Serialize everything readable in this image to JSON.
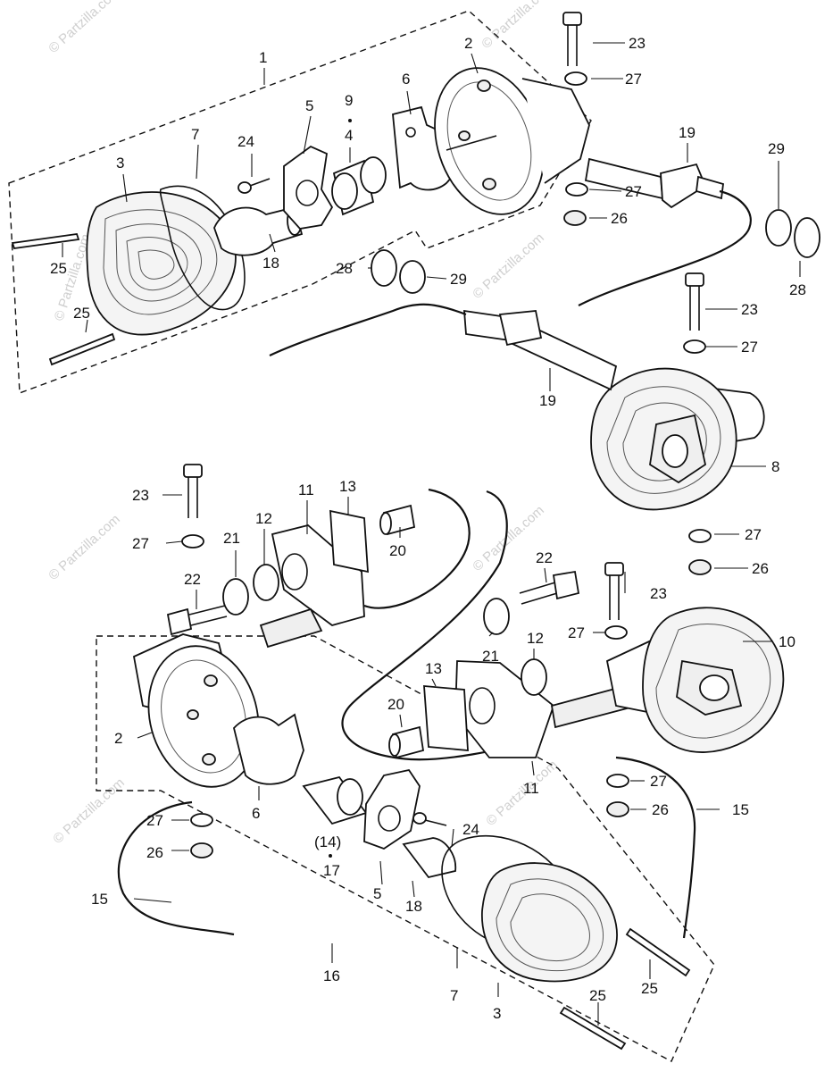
{
  "watermark": "© Partzilla.com",
  "callouts": {
    "c1": "1",
    "c2a": "2",
    "c3a": "3",
    "c4": "4",
    "c5a": "5",
    "c6a": "6",
    "c7a": "7",
    "c9": "9",
    "c18a": "18",
    "c19a": "19",
    "c19b": "19",
    "c23a": "23",
    "c23b": "23",
    "c24a": "24",
    "c25a": "25",
    "c25b": "25",
    "c26a": "26",
    "c27a": "27",
    "c27b": "27",
    "c27c": "27",
    "c28a": "28",
    "c28b": "28",
    "c29a": "29",
    "c29b": "29",
    "c8": "8",
    "c10": "10",
    "c11a": "11",
    "c11b": "11",
    "c12a": "12",
    "c12b": "12",
    "c13a": "13",
    "c13b": "13",
    "c20a": "20",
    "c20b": "20",
    "c21a": "21",
    "c21b": "21",
    "c22a": "22",
    "c22b": "22",
    "c23c": "23",
    "c23d": "23",
    "c27d": "27",
    "c27e": "27",
    "c26b": "26",
    "c27f": "27",
    "c26c": "26",
    "c15a": "15",
    "c2b": "2",
    "c6b": "6",
    "c14": "(14)",
    "c17": "17",
    "c5b": "5",
    "c18b": "18",
    "c24b": "24",
    "c27g": "27",
    "c26d": "26",
    "c15b": "15",
    "c16": "16",
    "c7b": "7",
    "c3b": "3",
    "c25c": "25",
    "c25d": "25"
  }
}
